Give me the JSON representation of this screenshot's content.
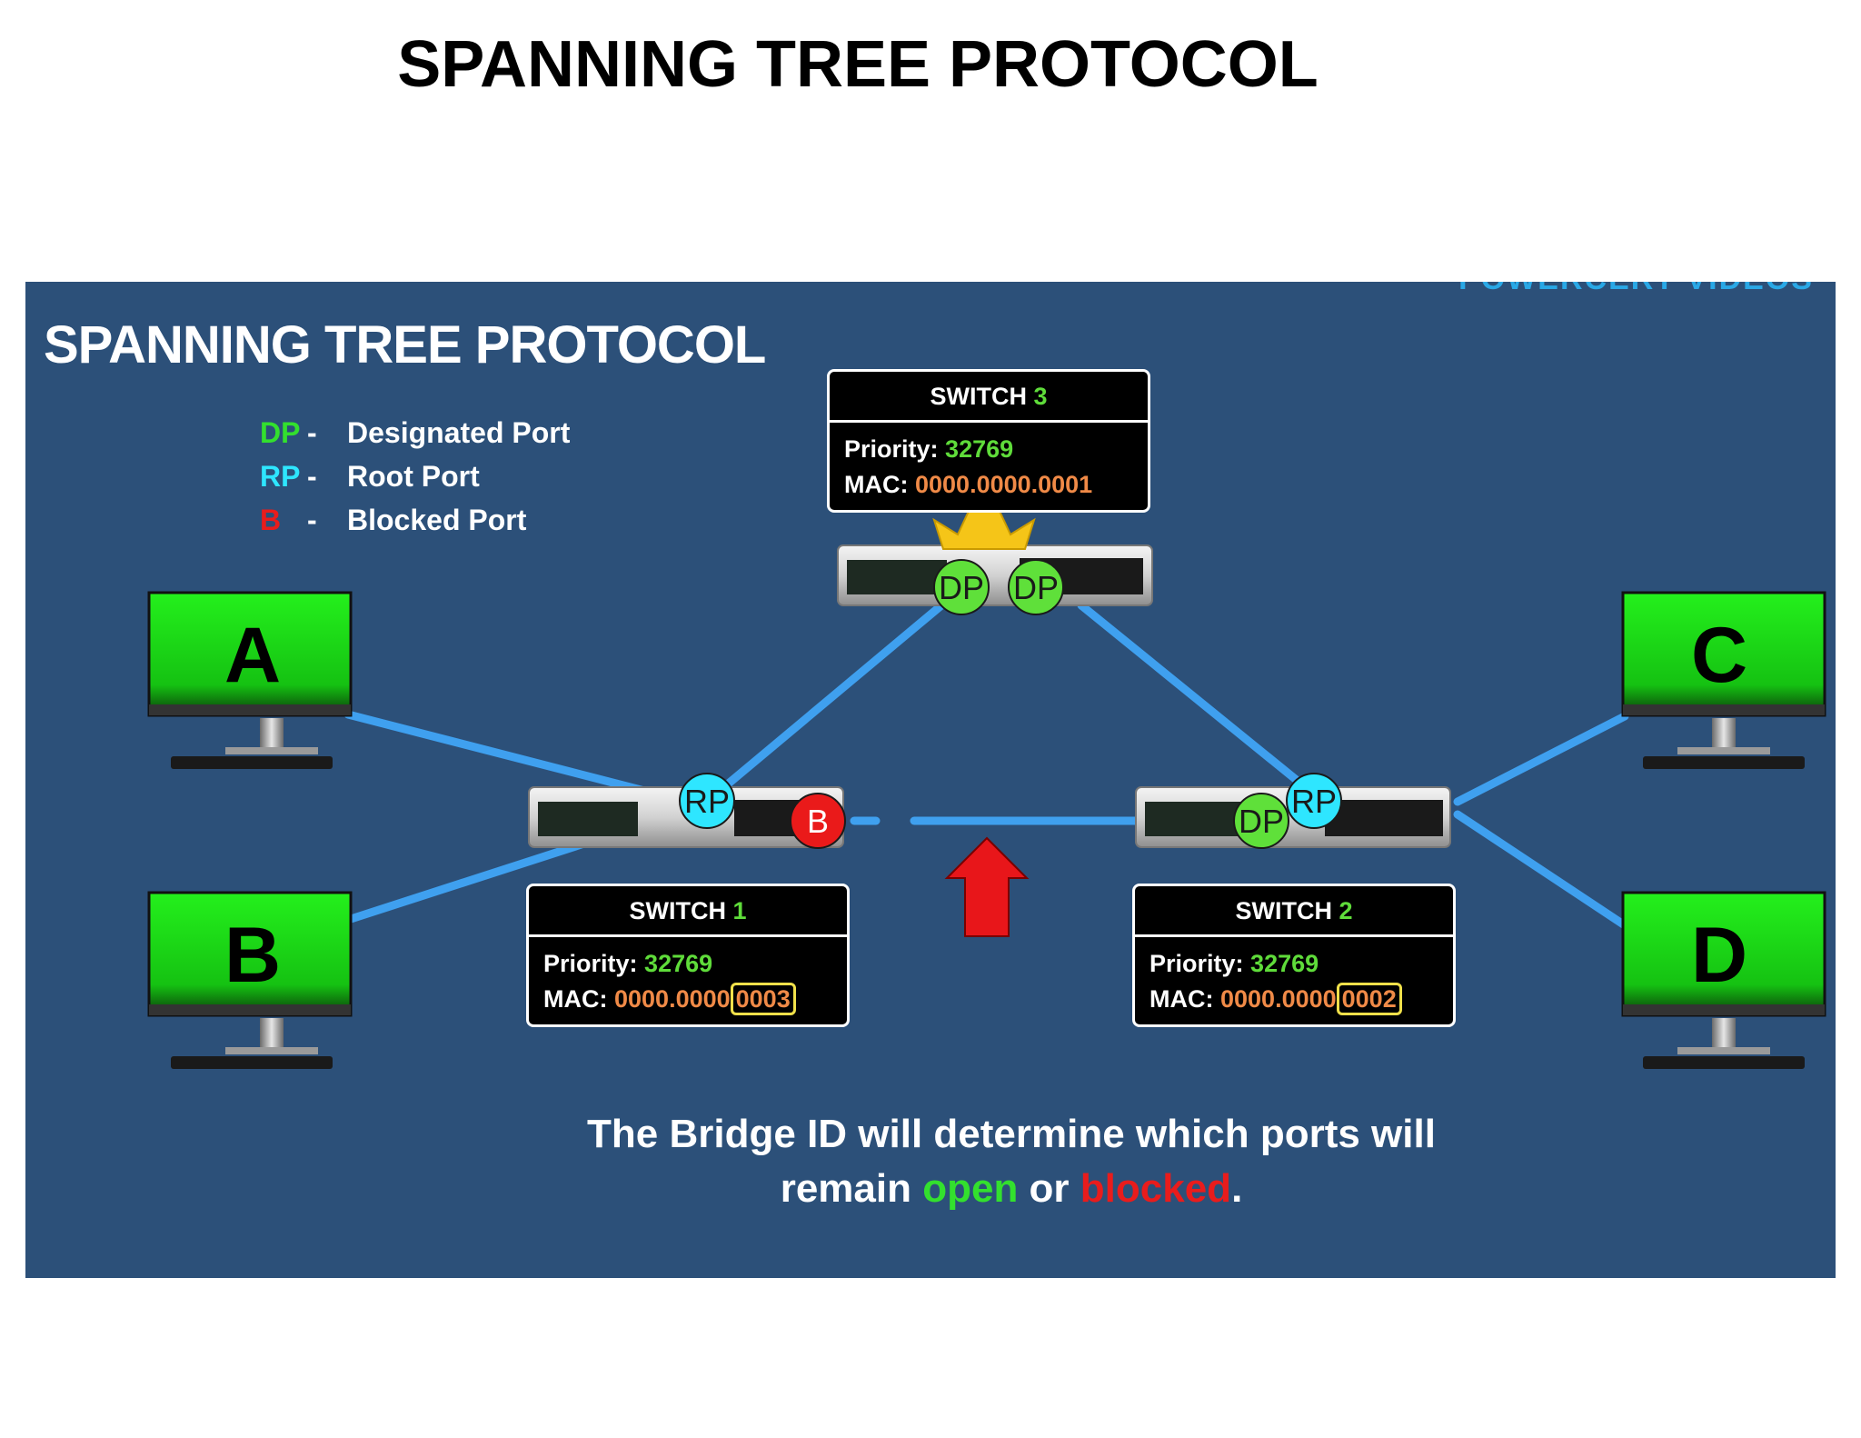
{
  "page_title": "SPANNING TREE PROTOCOL",
  "slide": {
    "watermark": "POWERCERT VIDEOS",
    "title": "SPANNING TREE PROTOCOL",
    "legend": [
      {
        "abbr": "DP",
        "dash": "-",
        "label": "Designated Port",
        "color": "#33e02e"
      },
      {
        "abbr": "RP",
        "dash": "-",
        "label": "Root Port",
        "color": "#2ee6ff"
      },
      {
        "abbr": "B",
        "dash": "-",
        "label": "Blocked Port",
        "color": "#e91c1c"
      }
    ],
    "computers": [
      {
        "label": "A"
      },
      {
        "label": "B"
      },
      {
        "label": "C"
      },
      {
        "label": "D"
      }
    ],
    "switches": [
      {
        "name": "SWITCH",
        "number": "3",
        "priority_label": "Priority:",
        "priority": "32769",
        "mac_label": "MAC:",
        "mac_prefix": "0000.0000.0001",
        "mac_suffix": ""
      },
      {
        "name": "SWITCH",
        "number": "1",
        "priority_label": "Priority:",
        "priority": "32769",
        "mac_label": "MAC:",
        "mac_prefix": "0000.0000",
        "mac_suffix": "0003"
      },
      {
        "name": "SWITCH",
        "number": "2",
        "priority_label": "Priority:",
        "priority": "32769",
        "mac_label": "MAC:",
        "mac_prefix": "0000.0000",
        "mac_suffix": "0002"
      }
    ],
    "ports": {
      "sw3_left": "DP",
      "sw3_right": "DP",
      "sw1_root": "RP",
      "sw1_blocked": "B",
      "sw2_designated": "DP",
      "sw2_root": "RP"
    },
    "caption": {
      "line1": "The Bridge ID will determine which ports will",
      "line2_a": "remain ",
      "word_open": "open",
      "line2_b": " or ",
      "word_blocked": "blocked",
      "line2_c": "."
    },
    "colors": {
      "background": "#2c5079",
      "link": "#3fa0ef",
      "screen": "#1fe81a",
      "crown": "#f5c518",
      "arrow": "#e8161a"
    }
  }
}
